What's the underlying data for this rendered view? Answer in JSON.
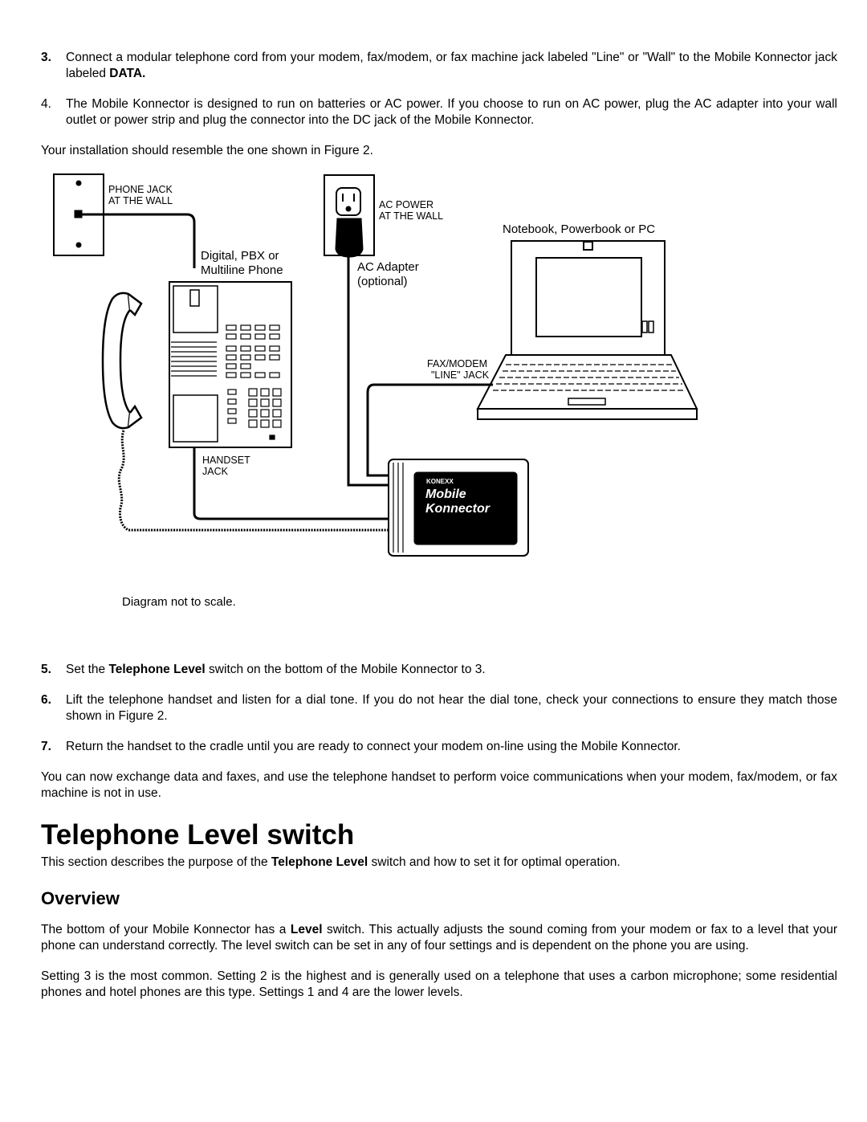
{
  "steps_top": [
    {
      "num": "3.",
      "pre": "Connect a modular telephone cord from your modem, fax/modem, or fax machine jack labeled \"Line\" or \"Wall\" to the Mobile Konnector jack labeled ",
      "bold": "DATA.",
      "post": ""
    },
    {
      "num": "4.",
      "pre": "The Mobile Konnector is designed to run on batteries or AC power. If you choose to run on AC power, plug the AC adapter into your wall outlet or power strip and plug the connector into the DC jack of the Mobile Konnector.",
      "bold": "",
      "post": ""
    }
  ],
  "intro_figure": "Your installation should resemble the one shown in Figure 2.",
  "figure": {
    "phone_jack_1": "PHONE JACK",
    "phone_jack_2": "AT THE WALL",
    "ac_power_1": "AC POWER",
    "ac_power_2": "AT THE WALL",
    "notebook": "Notebook, Powerbook or PC",
    "digital_1": "Digital, PBX or",
    "digital_2": "Multiline Phone",
    "adapter_1": "AC Adapter",
    "adapter_2": "(optional)",
    "faxmodem_1": "FAX/MODEM",
    "faxmodem_2": "\"LINE\" JACK",
    "handset_1": "HANDSET",
    "handset_2": "JACK",
    "brand": "KONEXX",
    "product_1": "Mobile",
    "product_2": "Konnector",
    "note": "Diagram not to scale."
  },
  "steps_bottom": [
    {
      "num": "5.",
      "pre": "Set the ",
      "bold": "Telephone Level",
      "post": " switch on the bottom of the Mobile Konnector to 3."
    },
    {
      "num": "6.",
      "pre": "Lift the telephone handset and listen for a dial tone. If you do not hear the dial tone, check your connections to ensure they match those shown in Figure 2.",
      "bold": "",
      "post": ""
    },
    {
      "num": "7.",
      "pre": "Return the handset to the cradle until you are ready to connect your modem on-line using the Mobile Konnector.",
      "bold": "",
      "post": ""
    }
  ],
  "exchange_para": "You can now exchange data and faxes, and use the telephone handset to perform voice communications when your modem, fax/modem, or fax machine is not in use.",
  "section_title": "Telephone Level switch",
  "section_intro": {
    "pre": "This section describes the purpose of the ",
    "bold": "Telephone Level",
    "post": " switch and how to set it for optimal operation."
  },
  "overview_title": "Overview",
  "overview_p1": {
    "pre": "The bottom of your Mobile Konnector has a ",
    "bold": "Level",
    "post": " switch. This actually adjusts the sound coming from your modem or fax to a level that your phone can understand correctly. The level switch can be set in any of four  settings and is dependent on the phone you are using."
  },
  "overview_p2": "Setting 3 is the most common. Setting 2 is the highest and is generally used on a telephone that uses a carbon microphone; some residential phones and hotel phones are this type. Settings 1 and 4 are the lower levels."
}
